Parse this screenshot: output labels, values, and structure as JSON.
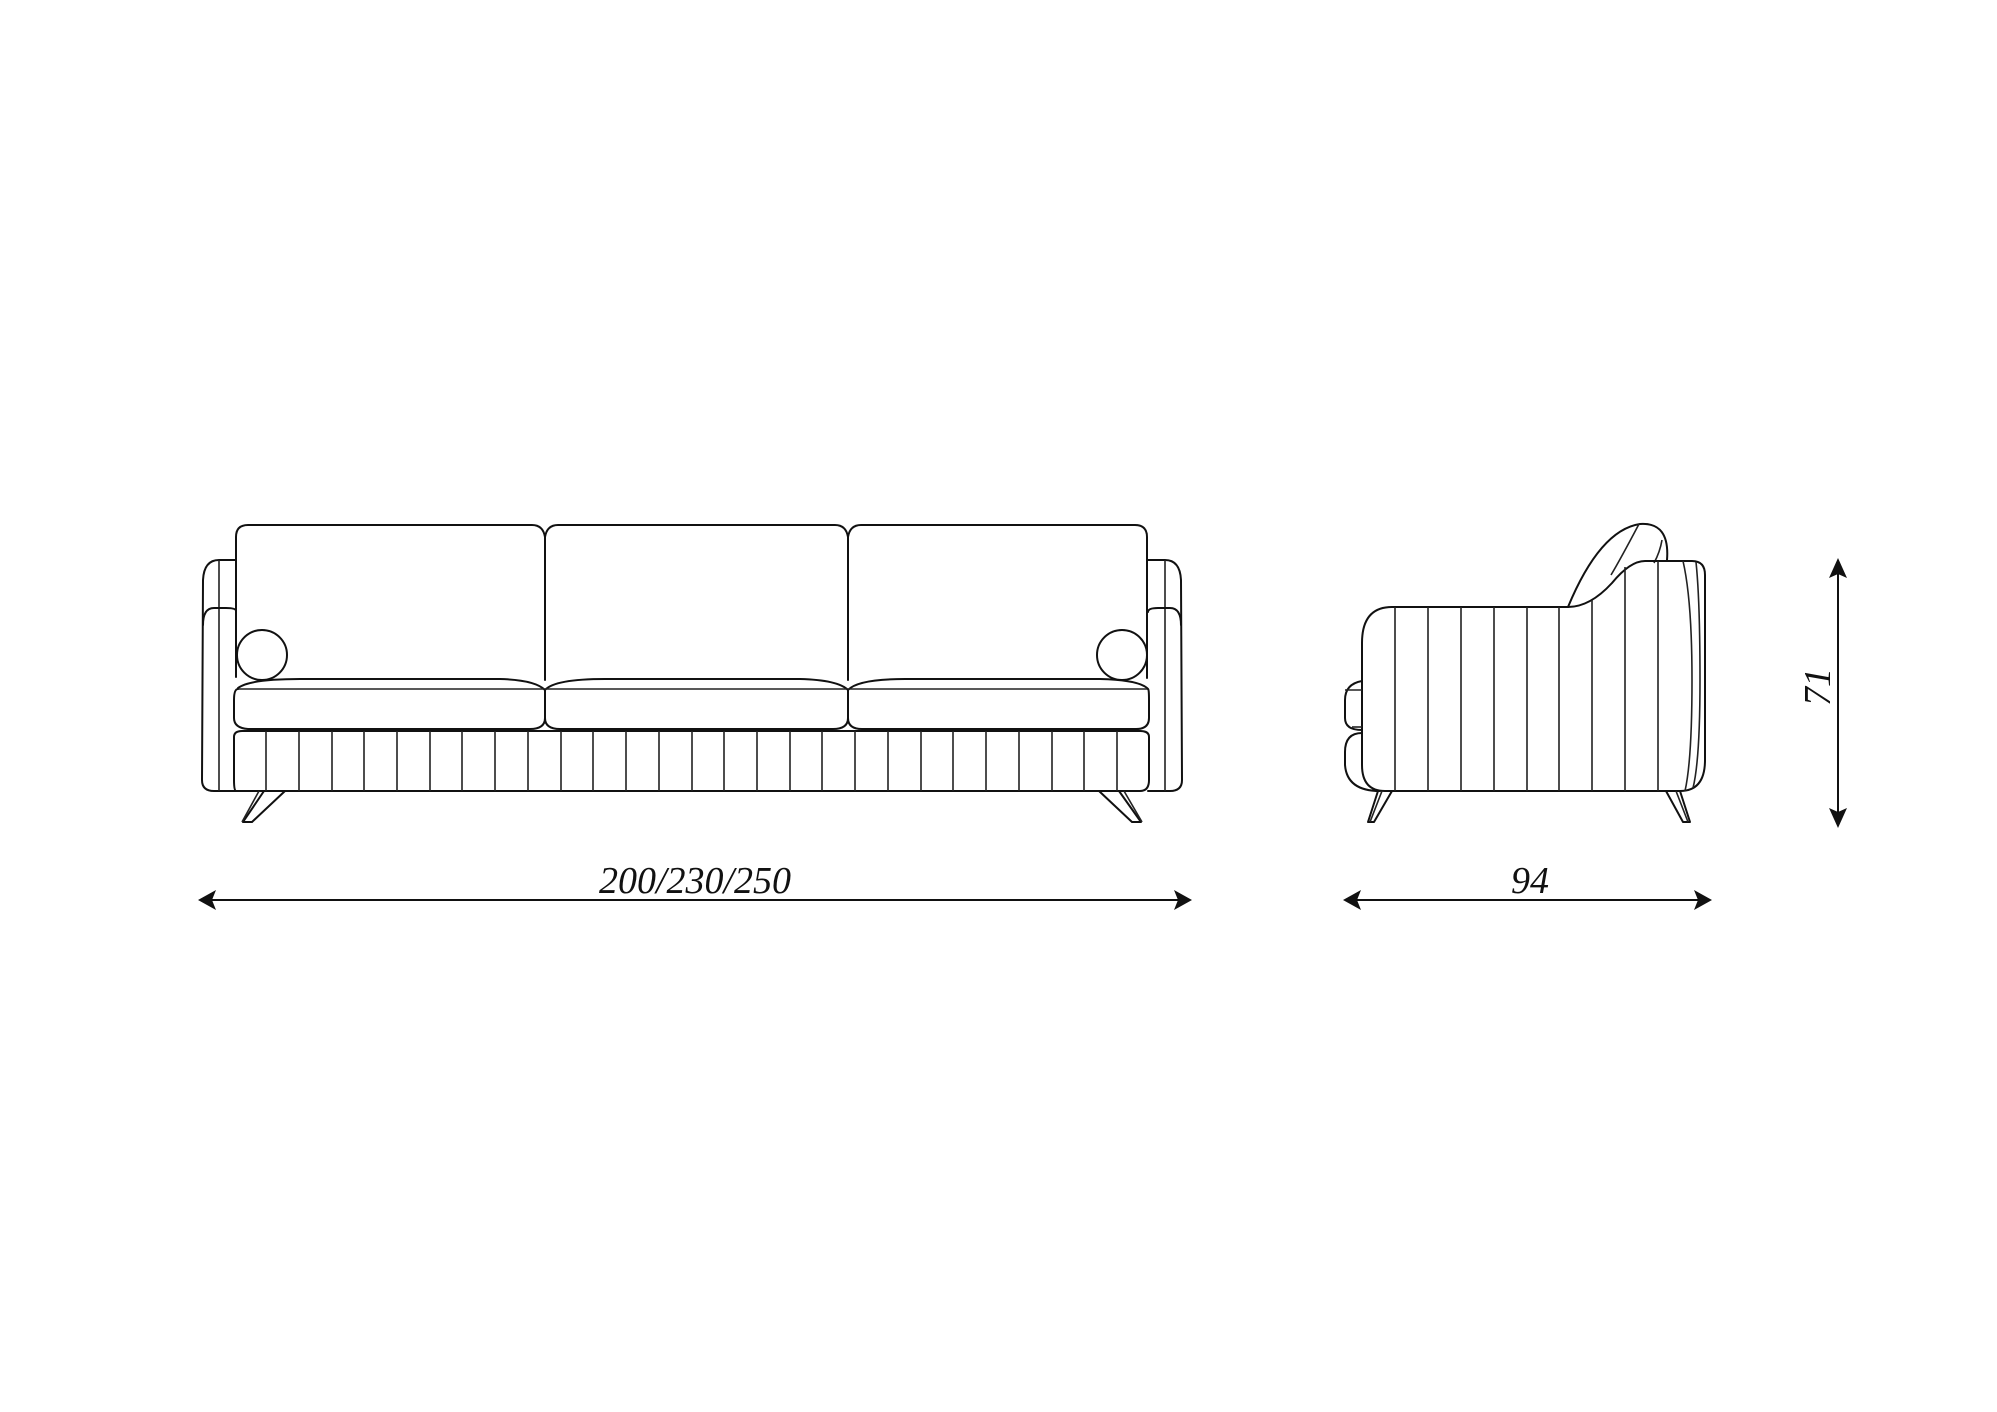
{
  "drawing": {
    "subject": "Three-seat sofa technical drawing",
    "views": {
      "front": {
        "label": "front-view",
        "seats": 3,
        "bolster_pillows": 2,
        "base_channels": 28
      },
      "side": {
        "label": "side-view",
        "channels": 11
      }
    },
    "dimensions": {
      "width": "200/230/250",
      "depth": "94",
      "height": "71"
    },
    "colors": {
      "line": "#111111",
      "background": "#ffffff"
    }
  }
}
